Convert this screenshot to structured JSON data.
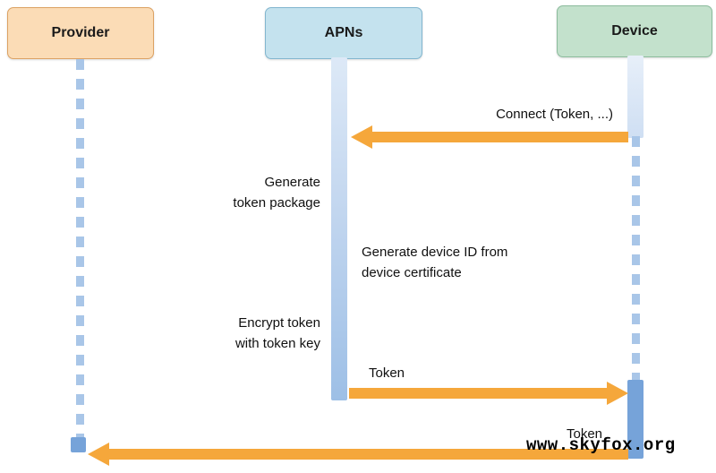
{
  "actors": [
    {
      "id": "provider",
      "label": "Provider"
    },
    {
      "id": "apns",
      "label": "APNs"
    },
    {
      "id": "device",
      "label": "Device"
    }
  ],
  "messages": [
    {
      "from": "device",
      "to": "apns",
      "label": "Connect (Token, ...)"
    },
    {
      "from": "apns",
      "to": "device",
      "label": "Token"
    },
    {
      "from": "device",
      "to": "provider",
      "label": "Token"
    }
  ],
  "notes": [
    {
      "at": "apns",
      "text": "Generate\ntoken package"
    },
    {
      "at": "apns",
      "text": "Generate device ID from\ndevice certificate"
    },
    {
      "at": "apns",
      "text": "Encrypt token\nwith token key"
    }
  ],
  "watermark": "www.skyfox.org",
  "colors": {
    "provider-fill": "#fbdcb6",
    "provider-border": "#dca263",
    "apns-fill": "#c4e2ee",
    "apns-border": "#82b6cf",
    "device-fill": "#c3e1cc",
    "device-border": "#8cbc9d",
    "arrow": "#f5a73b",
    "dash": "#a9c6e8",
    "activation-dark": "#76a3d9"
  }
}
